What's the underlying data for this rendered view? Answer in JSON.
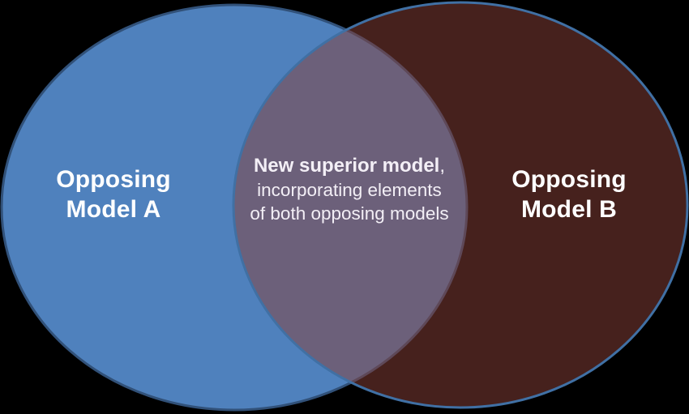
{
  "diagram": {
    "type": "venn",
    "background_color": "#000000",
    "circle_a": {
      "label": "Opposing\nModel A",
      "fill_color": "#4F81BD",
      "border_color": "#315179",
      "text_color": "#FFFFFF"
    },
    "circle_b": {
      "label": "Opposing\nModel B",
      "fill_color": "#8A4139",
      "fill_opacity": "0.51",
      "border_color": "#4070A4",
      "text_color": "#FFFFFF"
    },
    "intersection": {
      "title": "New superior model",
      "title_suffix": ",",
      "description": "incorporating elements\nof both opposing models",
      "observed_blend_color": "#6D607B",
      "text_color": "#F3EFF6"
    }
  }
}
